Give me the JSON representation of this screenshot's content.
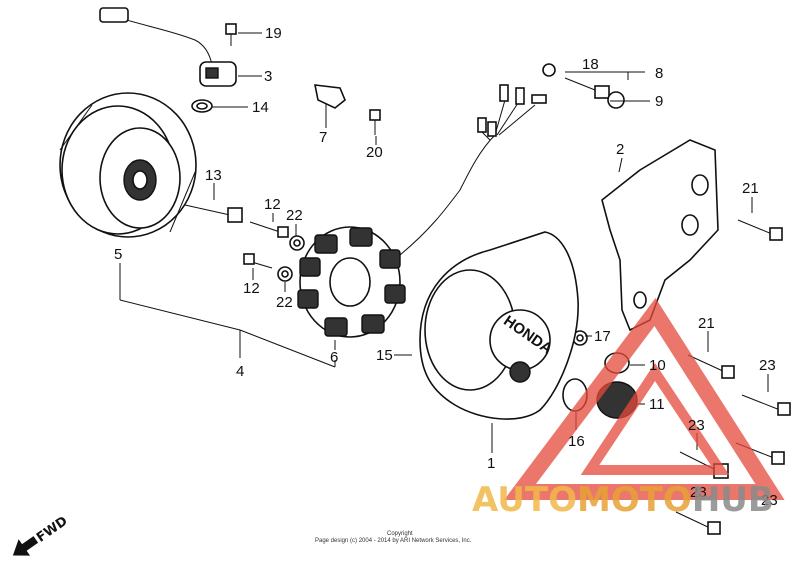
{
  "callouts": [
    {
      "id": "c1",
      "label": "1"
    },
    {
      "id": "c2",
      "label": "2"
    },
    {
      "id": "c3",
      "label": "3"
    },
    {
      "id": "c4",
      "label": "4"
    },
    {
      "id": "c5",
      "label": "5"
    },
    {
      "id": "c6",
      "label": "6"
    },
    {
      "id": "c7",
      "label": "7"
    },
    {
      "id": "c8",
      "label": "8"
    },
    {
      "id": "c9",
      "label": "9"
    },
    {
      "id": "c10",
      "label": "10"
    },
    {
      "id": "c11",
      "label": "11"
    },
    {
      "id": "c12a",
      "label": "12"
    },
    {
      "id": "c12b",
      "label": "12"
    },
    {
      "id": "c13",
      "label": "13"
    },
    {
      "id": "c14",
      "label": "14"
    },
    {
      "id": "c15",
      "label": "15"
    },
    {
      "id": "c16",
      "label": "16"
    },
    {
      "id": "c17",
      "label": "17"
    },
    {
      "id": "c18",
      "label": "18"
    },
    {
      "id": "c19",
      "label": "19"
    },
    {
      "id": "c20",
      "label": "20"
    },
    {
      "id": "c21a",
      "label": "21"
    },
    {
      "id": "c21b",
      "label": "21"
    },
    {
      "id": "c22a",
      "label": "22"
    },
    {
      "id": "c22b",
      "label": "22"
    },
    {
      "id": "c23a",
      "label": "23"
    },
    {
      "id": "c23b",
      "label": "23"
    },
    {
      "id": "c23c",
      "label": "23"
    },
    {
      "id": "c23d",
      "label": "23"
    }
  ],
  "cover_logo": "HONDA",
  "direction_label": "FWD",
  "watermark": {
    "part1": "AUTO",
    "part2": "MOTO",
    "part3": "HUB",
    "color_auto": "#f2b84a",
    "color_moto": "#e8a236",
    "color_hub": "#8a8a8a",
    "triangle_color": "#e54a3c"
  },
  "footer": {
    "line1": "Copyright",
    "line2": "Page design (c) 2004 - 2014 by ARI Network Services, Inc."
  }
}
